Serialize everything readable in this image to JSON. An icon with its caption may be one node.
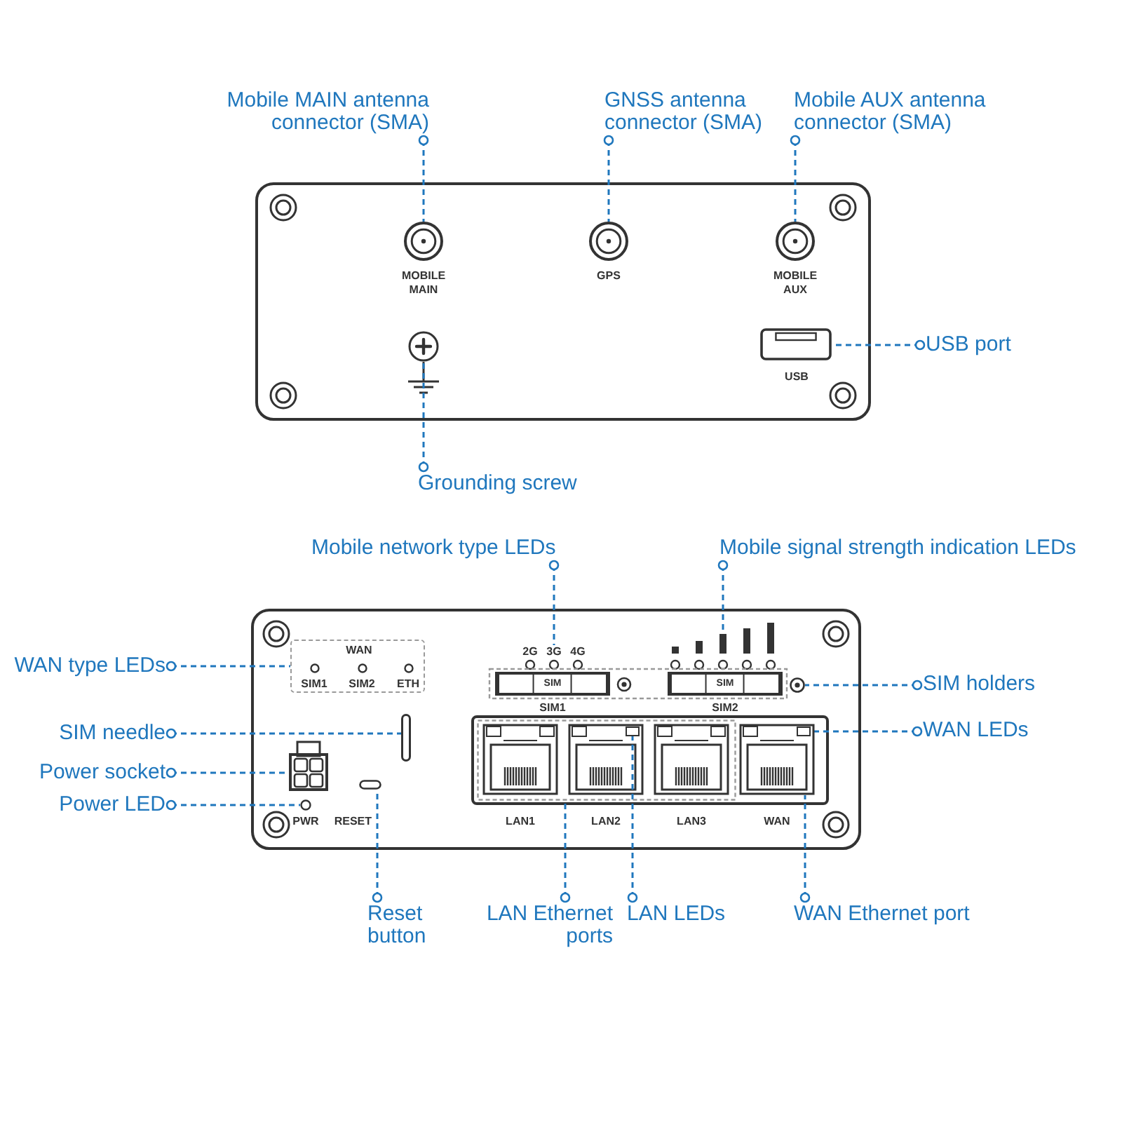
{
  "diagram": {
    "nodes": [
      {
        "text": [
          "Mobile MAIN antenna connector (SMA)"
        ]
      },
      {
        "text": [
          "GNSS antenna connector (SMA)"
        ]
      },
      {
        "text": [
          "Mobile AUX antenna connector (SMA)"
        ]
      },
      {
        "text": [],
        "shape": "circle",
        "beside": [
          "MOBILE MAIN"
        ]
      },
      {
        "text": [],
        "shape": "circle",
        "beside": [
          "GPS"
        ]
      },
      {
        "text": [],
        "shape": "circle",
        "beside": [
          "MOBILE AUX"
        ]
      },
      {
        "text": [],
        "shape": "box",
        "beside": [
          "USB"
        ]
      },
      {
        "text": [
          "USB port"
        ]
      },
      {
        "text": [],
        "shape": "circle"
      },
      {
        "text": [
          "Grounding screw"
        ]
      },
      {
        "text": [
          "Mobile network type LEDs"
        ]
      },
      {
        "text": [
          "Mobile signal strength indication LEDs"
        ]
      },
      {
        "text": [
          "WAN type LEDs"
        ]
      },
      {
        "text": [
          "WAN",
          "SIM1",
          "SIM2",
          "ETH"
        ]
      },
      {
        "text": [
          "3G"
        ]
      },
      {
        "text": [],
        "shape": "bar"
      },
      {
        "text": [
          "SIM"
        ],
        "beside": [
          "SIM1"
        ]
      },
      {
        "text": [
          "SIM"
        ],
        "beside": [
          "SIM2"
        ]
      },
      {
        "text": [],
        "shape": "circle"
      },
      {
        "text": [
          "SIM holders"
        ]
      },
      {
        "text": [
          "SIM needle"
        ]
      },
      {
        "text": [],
        "shape": "bar"
      },
      {
        "text": [],
        "shape": "box"
      },
      {
        "text": [],
        "shape": "box",
        "in": 22
      },
      {
        "text": [],
        "shape": "box",
        "beside": [
          "WAN"
        ]
      },
      {
        "text": [],
        "shape": "box",
        "in": 24
      },
      {
        "text": [
          "WAN LEDs"
        ]
      },
      {
        "text": [
          "Power socket"
        ]
      },
      {
        "text": [],
        "shape": "box"
      },
      {
        "text": [
          "Power LED"
        ]
      },
      {
        "text": [],
        "shape": "circle",
        "beside": [
          "PWR"
        ]
      },
      {
        "text": [],
        "shape": "box",
        "beside": [
          "RESET"
        ]
      },
      {
        "text": [
          "Reset button"
        ]
      },
      {
        "text": [
          "LAN Ethernet ports"
        ]
      },
      {
        "text": [
          "LAN LEDs"
        ]
      },
      {
        "text": [
          "WAN Ethernet port"
        ]
      }
    ],
    "edges": [
      {
        "from": 0,
        "to": 3,
        "arrow": "other",
        "style": "dashed"
      },
      {
        "from": 1,
        "to": 4,
        "arrow": "other",
        "style": "dashed"
      },
      {
        "from": 2,
        "to": 5,
        "arrow": "other",
        "style": "dashed"
      },
      {
        "from": 7,
        "to": 6,
        "arrow": "other",
        "style": "dashed"
      },
      {
        "from": 9,
        "to": 8,
        "arrow": "other",
        "style": "dashed"
      },
      {
        "from": 10,
        "to": 14,
        "arrow": "other",
        "style": "dashed"
      },
      {
        "from": 11,
        "to": 15,
        "arrow": "other",
        "style": "dashed"
      },
      {
        "from": 12,
        "to": 13,
        "arrow": "other",
        "style": "dashed"
      },
      {
        "from": 19,
        "to": 18,
        "arrow": "other",
        "style": "dashed"
      },
      {
        "from": 20,
        "to": 21,
        "arrow": "other",
        "style": "dashed"
      },
      {
        "from": 26,
        "to": 25,
        "arrow": "other",
        "style": "dashed"
      },
      {
        "from": 27,
        "to": 28,
        "arrow": "other",
        "style": "dashed"
      },
      {
        "from": 29,
        "to": 30,
        "arrow": "other",
        "style": "dashed"
      },
      {
        "from": 32,
        "to": 31,
        "arrow": "other",
        "style": "dashed"
      },
      {
        "from": 33,
        "to": 22,
        "arrow": "other",
        "style": "dashed"
      },
      {
        "from": 34,
        "to": 23,
        "arrow": "other",
        "style": "dashed"
      },
      {
        "from": 35,
        "to": 24,
        "arrow": "other",
        "style": "dashed"
      }
    ],
    "labels": [
      "2G",
      "4G",
      "LAN1",
      "LAN2",
      "LAN3"
    ]
  }
}
